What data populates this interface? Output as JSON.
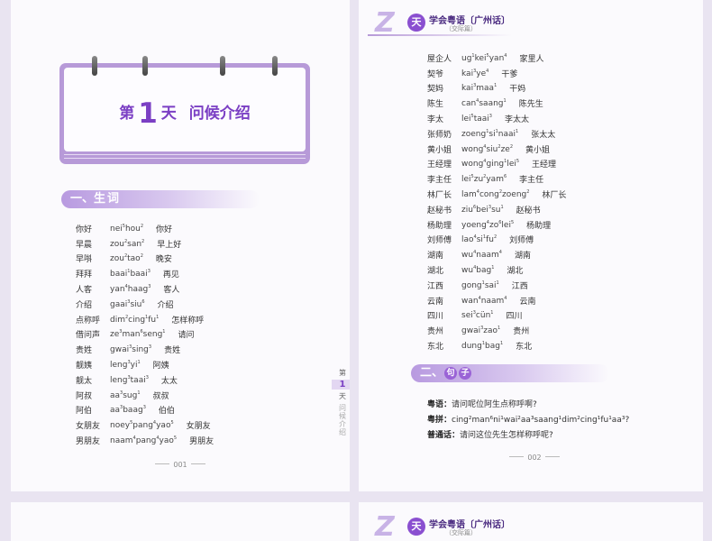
{
  "left_page": {
    "calendar": {
      "prefix": "第",
      "day_num": "1",
      "day_word": "天",
      "topic": "问候介绍"
    },
    "section1": {
      "num": "一、",
      "c1": "生",
      "c2": "词"
    },
    "vocab": [
      {
        "word": "你好",
        "base": "nei",
        "t1": "5",
        "p2": "hou",
        "t2": "2",
        "mand": "你好"
      },
      {
        "word": "早晨",
        "base": "zou",
        "t1": "2",
        "p2": "san",
        "t2": "2",
        "mand": "早上好"
      },
      {
        "word": "早唞",
        "base": "zou",
        "t1": "2",
        "p2": "tao",
        "t2": "2",
        "mand": "晚安"
      },
      {
        "word": "拜拜",
        "base": "baai",
        "t1": "1",
        "p2": "baai",
        "t2": "3",
        "mand": "再见"
      },
      {
        "word": "人客",
        "base": "yan",
        "t1": "4",
        "p2": "haag",
        "t2": "3",
        "mand": "客人"
      },
      {
        "word": "介绍",
        "base": "gaai",
        "t1": "3",
        "p2": "siu",
        "t2": "6",
        "mand": "介绍"
      },
      {
        "word": "点称呼",
        "base": "dim",
        "t1": "2",
        "p2": "cing",
        "t2": "1",
        "p3": "fu",
        "t3": "1",
        "mand": "怎样称呼"
      },
      {
        "word": "借问声",
        "base": "ze",
        "t1": "3",
        "p2": "man",
        "t2": "6",
        "p3": "seng",
        "t3": "1",
        "mand": "请问"
      },
      {
        "word": "贵姓",
        "base": "gwai",
        "t1": "3",
        "p2": "sing",
        "t2": "3",
        "mand": "贵姓"
      },
      {
        "word": "靓姨",
        "base": "leng",
        "t1": "3",
        "p2": "yi",
        "t2": "1",
        "mand": "阿姨"
      },
      {
        "word": "靓太",
        "base": "leng",
        "t1": "3",
        "p2": "taai",
        "t2": "3",
        "mand": "太太"
      },
      {
        "word": "阿叔",
        "base": "aa",
        "t1": "3",
        "p2": "sug",
        "t2": "1",
        "mand": "叔叔"
      },
      {
        "word": "阿伯",
        "base": "aa",
        "t1": "3",
        "p2": "baag",
        "t2": "3",
        "mand": "伯伯"
      },
      {
        "word": "女朋友",
        "base": "noey",
        "t1": "5",
        "p2": "pang",
        "t2": "4",
        "p3": "yao",
        "t3": "5",
        "mand": "女朋友"
      },
      {
        "word": "男朋友",
        "base": "naam",
        "t1": "4",
        "p2": "pang",
        "t2": "4",
        "p3": "yao",
        "t3": "5",
        "mand": "男朋友"
      }
    ],
    "page_number": "001",
    "side_tab": {
      "top": "第",
      "num": "1",
      "bottom": "天",
      "vertical": "问候介绍"
    }
  },
  "right_page": {
    "header": {
      "z": "Z",
      "circle": "天",
      "title": "学会粤语〔广州话〕",
      "subtitle": "（交际篇）"
    },
    "vocab": [
      {
        "word": "屋企人",
        "base": "ug",
        "t1": "1",
        "p2": "kei",
        "t2": "5",
        "p3": "yan",
        "t3": "4",
        "mand": "家里人"
      },
      {
        "word": "契爷",
        "base": "kai",
        "t1": "3",
        "p2": "ye",
        "t2": "4",
        "mand": "干爹"
      },
      {
        "word": "契妈",
        "base": "kai",
        "t1": "3",
        "p2": "maa",
        "t2": "1",
        "mand": "干妈"
      },
      {
        "word": "陈生",
        "base": "can",
        "t1": "4",
        "p2": "saang",
        "t2": "1",
        "mand": "陈先生"
      },
      {
        "word": "李太",
        "base": "lei",
        "t1": "5",
        "p2": "taai",
        "t2": "3",
        "mand": "李太太"
      },
      {
        "word": "张师奶",
        "base": "zoeng",
        "t1": "1",
        "p2": "si",
        "t2": "1",
        "p3": "naai",
        "t3": "1",
        "mand": "张太太"
      },
      {
        "word": "黄小姐",
        "base": "wong",
        "t1": "4",
        "p2": "siu",
        "t2": "2",
        "p3": "ze",
        "t3": "2",
        "mand": "黄小姐"
      },
      {
        "word": "王经理",
        "base": "wong",
        "t1": "4",
        "p2": "ging",
        "t2": "1",
        "p3": "lei",
        "t3": "5",
        "mand": "王经理"
      },
      {
        "word": "李主任",
        "base": "lei",
        "t1": "5",
        "p2": "zu",
        "t2": "2",
        "p3": "yam",
        "t3": "6",
        "mand": "李主任"
      },
      {
        "word": "林厂长",
        "base": "lam",
        "t1": "4",
        "p2": "cong",
        "t2": "2",
        "p3": "zoeng",
        "t3": "2",
        "mand": "林厂长"
      },
      {
        "word": "赵秘书",
        "base": "ziu",
        "t1": "6",
        "p2": "bei",
        "t2": "3",
        "p3": "su",
        "t3": "1",
        "mand": "赵秘书"
      },
      {
        "word": "杨助理",
        "base": "yoeng",
        "t1": "4",
        "p2": "zo",
        "t2": "6",
        "p3": "lei",
        "t3": "5",
        "mand": "杨助理"
      },
      {
        "word": "刘师傅",
        "base": "lao",
        "t1": "4",
        "p2": "si",
        "t2": "1",
        "p3": "fu",
        "t3": "2",
        "mand": "刘师傅"
      },
      {
        "word": "湖南",
        "base": "wu",
        "t1": "4",
        "p2": "naam",
        "t2": "4",
        "mand": "湖南"
      },
      {
        "word": "湖北",
        "base": "wu",
        "t1": "4",
        "p2": "bag",
        "t2": "1",
        "mand": "湖北"
      },
      {
        "word": "江西",
        "base": "gong",
        "t1": "1",
        "p2": "sai",
        "t2": "1",
        "mand": "江西"
      },
      {
        "word": "云南",
        "base": "wan",
        "t1": "4",
        "p2": "naam",
        "t2": "4",
        "mand": "云南"
      },
      {
        "word": "四川",
        "base": "sei",
        "t1": "3",
        "p2": "cün",
        "t2": "1",
        "mand": "四川"
      },
      {
        "word": "贵州",
        "base": "gwai",
        "t1": "3",
        "p2": "zao",
        "t2": "1",
        "mand": "贵州"
      },
      {
        "word": "东北",
        "base": "dung",
        "t1": "1",
        "p2": "bag",
        "t2": "1",
        "mand": "东北"
      }
    ],
    "section2": {
      "num": "二、",
      "c1": "句",
      "c2": "子"
    },
    "sentences": {
      "yue_label": "粤语：",
      "yue_text": "请问呢位阿生点称呼啊?",
      "pinyin_label": "粤拼：",
      "pinyin_text": "cing²man⁶ni¹wai²aa³saang¹dim²cing¹fu¹aa³?",
      "mand_label": "普通话：",
      "mand_text": "请问这位先生怎样称呼呢?"
    },
    "page_number": "002"
  },
  "bottom_right_header": {
    "z": "Z",
    "circle": "天",
    "title": "学会粤语〔广州话〕",
    "subtitle": "（交际篇）"
  },
  "colors": {
    "accent": "#7b3fc4",
    "calendar": "#b79ad8",
    "page_bg": "#fbfafd",
    "background": "#e9e4f1"
  }
}
